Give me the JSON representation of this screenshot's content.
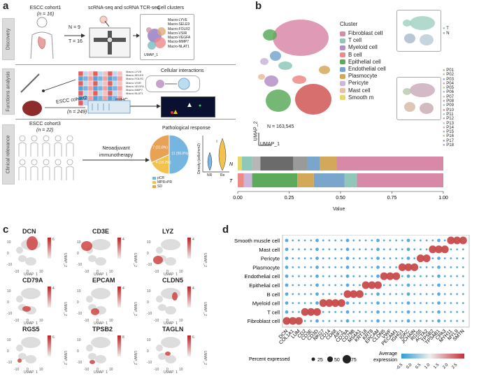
{
  "panel_a": {
    "label": "a",
    "rows": [
      "Discovery",
      "Functions analysis",
      "Clinical relevance"
    ],
    "cohort1_title": "ESCC cohort1",
    "cohort1_n": "(n = 16)",
    "cohort1_N": "N = 9",
    "cohort1_T": "T = 16",
    "seq_label": "scRNA-seq and scRNA TCR-seq",
    "clusters_label": "Cell clusters",
    "macro_legend": [
      "Macro-LYVE",
      "Macro-SELE9",
      "Macro-FOLR2",
      "Macro-VSIR",
      "Macro-VEGFA",
      "Macro-MMP7",
      "Macro-NLAT1"
    ],
    "umap1": "UMAP_1",
    "umap2": "UMAP_2",
    "interactions_label": "Cellular interactions",
    "cohort2_title": "ESCC cohort2",
    "cohort2_n": "(n = 249)",
    "mihc_label": "mIHC",
    "cohort3_title": "ESCC cohort3",
    "cohort3_n": "(n = 22)",
    "treatment_label": "Neoadjuvant immunotherapy",
    "response_title": "Pathological response",
    "pie_labels": [
      "11 (50.0%)",
      "4 (18.2%)",
      "7 (31.8%)"
    ],
    "pie_legend": [
      "pCR",
      "MPR+PR",
      "SD"
    ],
    "pie_colors": [
      "#74b6e0",
      "#f2c14e",
      "#e8a255"
    ],
    "violin_ylabel": "Density (cells/mm2)",
    "violin_x": [
      "NR",
      "Re"
    ]
  },
  "panel_b": {
    "label": "b",
    "cluster_title": "Cluster",
    "clusters": [
      {
        "name": "Fibroblast cell",
        "color": "#d989a8"
      },
      {
        "name": "T cell",
        "color": "#8fc7b8"
      },
      {
        "name": "Myeloid cell",
        "color": "#b48fc6"
      },
      {
        "name": "B cell",
        "color": "#ee8a86"
      },
      {
        "name": "Epithelial cell",
        "color": "#5daa5d"
      },
      {
        "name": "Endothelial cell",
        "color": "#7aa6cc"
      },
      {
        "name": "Plasmocyte",
        "color": "#d4a85a"
      },
      {
        "name": "Pericyte",
        "color": "#c9b6d8"
      },
      {
        "name": "Mast cell",
        "color": "#e8c1a0"
      },
      {
        "name": "Smooth m",
        "color": "#e6d96a"
      }
    ],
    "n_label": "N = 163,545",
    "umap1": "UMAP_1",
    "umap2": "UMAP_2",
    "tissue_legend": [
      "T",
      "N"
    ],
    "patients": [
      "P01",
      "P02",
      "P03",
      "P04",
      "P05",
      "P06",
      "P07",
      "P08",
      "P09",
      "P10",
      "P11",
      "P12",
      "P13",
      "P14",
      "P15",
      "P16",
      "P17",
      "P18"
    ],
    "bar_rows": [
      "N",
      "T"
    ],
    "bar_ticks": [
      "0.00",
      "0.25",
      "0.50",
      "0.75",
      "1.00"
    ],
    "bar_xlabel": "Value",
    "bar_N": [
      0.02,
      0.05,
      0.04,
      0.16,
      0.07,
      0.06,
      0.08,
      0.52
    ],
    "bar_T": [
      0.03,
      0.04,
      0.22,
      0.08,
      0.15,
      0.06,
      0.42
    ],
    "bar_N_colors": [
      "#e6d96a",
      "#8fc7b8",
      "#b7b7b7",
      "#6b6b6b",
      "#9a9a9a",
      "#7aa6cc",
      "#d4a85a",
      "#d989a8"
    ],
    "bar_T_colors": [
      "#ee8a86",
      "#c9b6d8",
      "#5daa5d",
      "#d4a85a",
      "#7aa6cc",
      "#8fc7b8",
      "#d989a8"
    ]
  },
  "panel_c": {
    "label": "c",
    "genes": [
      "DCN",
      "CD3E",
      "LYZ",
      "CD79A",
      "EPCAM",
      "CLDN5",
      "RGS5",
      "TPSB2",
      "TAGLN"
    ],
    "xlabel": "UMAP_1",
    "ylabel": "UMAP_2",
    "ticks_x": [
      "-10",
      "0",
      "10"
    ],
    "ticks_y": [
      "10",
      "0",
      "-10"
    ],
    "scale_max": [
      "6",
      "4",
      "4",
      "4",
      "4",
      "4",
      "6",
      "8",
      "6"
    ]
  },
  "panel_d": {
    "label": "d",
    "rows": [
      "Smooth muscle cell",
      "Mast cell",
      "Pericyte",
      "Plasmocyte",
      "Endothelial cell",
      "Epithelial cell",
      "B cell",
      "Myeloid cell",
      "T cell",
      "Fibroblast cell"
    ],
    "genes": [
      "DCN",
      "COL1A1",
      "LUM",
      "CD2",
      "CD3E",
      "CD3D",
      "NKG7",
      "CD14",
      "CD68",
      "AIF1",
      "CD79A",
      "CD79B",
      "MS4A1",
      "KRT18",
      "KRT8",
      "EPCAM",
      "CLDN5",
      "VWF",
      "PECAM1",
      "IGHG1",
      "IGKC",
      "JCHAIN",
      "RGS5",
      "ACTA2",
      "TPSB2",
      "TPSAB1",
      "CPA3",
      "MYH11",
      "MYL9",
      "SMTN"
    ],
    "size_title": "Percent expressed",
    "size_values": [
      "25",
      "50",
      "75"
    ],
    "color_title": "Average expression",
    "color_ticks": [
      "-0.5",
      "0.0",
      "0.5",
      "1.0",
      "1.5",
      "2.0",
      "2.5"
    ]
  }
}
